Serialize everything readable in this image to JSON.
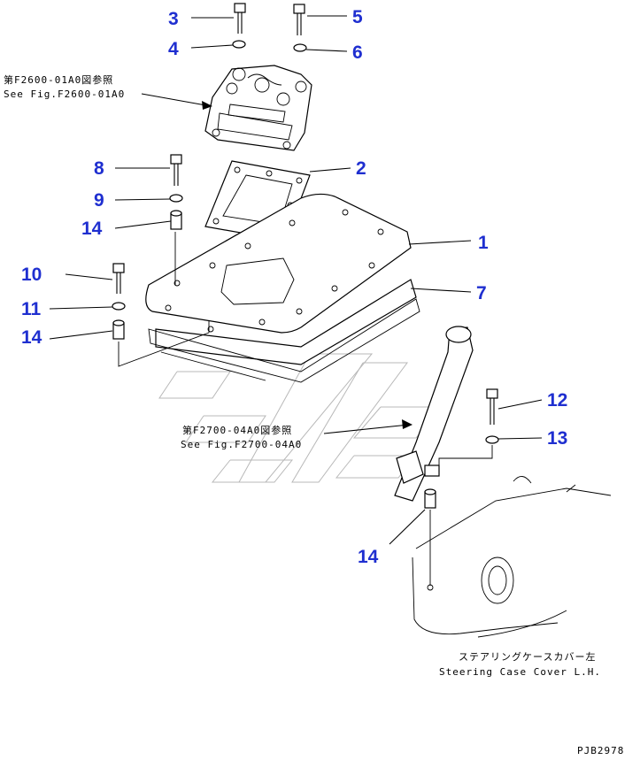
{
  "callouts": [
    {
      "id": "c3",
      "label": "3"
    },
    {
      "id": "c4",
      "label": "4"
    },
    {
      "id": "c5",
      "label": "5"
    },
    {
      "id": "c6",
      "label": "6"
    },
    {
      "id": "c8",
      "label": "8"
    },
    {
      "id": "c2",
      "label": "2"
    },
    {
      "id": "c9",
      "label": "9"
    },
    {
      "id": "c14a",
      "label": "14"
    },
    {
      "id": "c1",
      "label": "1"
    },
    {
      "id": "c10",
      "label": "10"
    },
    {
      "id": "c7",
      "label": "7"
    },
    {
      "id": "c11",
      "label": "11"
    },
    {
      "id": "c14b",
      "label": "14"
    },
    {
      "id": "c12",
      "label": "12"
    },
    {
      "id": "c13",
      "label": "13"
    },
    {
      "id": "c14c",
      "label": "14"
    }
  ],
  "references": {
    "ref_f2600_jp": "第F2600-01A0図参照",
    "ref_f2600_en": "See Fig.F2600-01A0",
    "ref_f2700_jp": "第F2700-04A0図参照",
    "ref_f2700_en": "See Fig.F2700-04A0",
    "case_cover_jp": "ステアリングケースカバー左",
    "case_cover_en": "Steering Case Cover L.H."
  },
  "page_code": "PJB2978",
  "colors": {
    "callout": "#1f2fd0",
    "line": "#000000"
  }
}
